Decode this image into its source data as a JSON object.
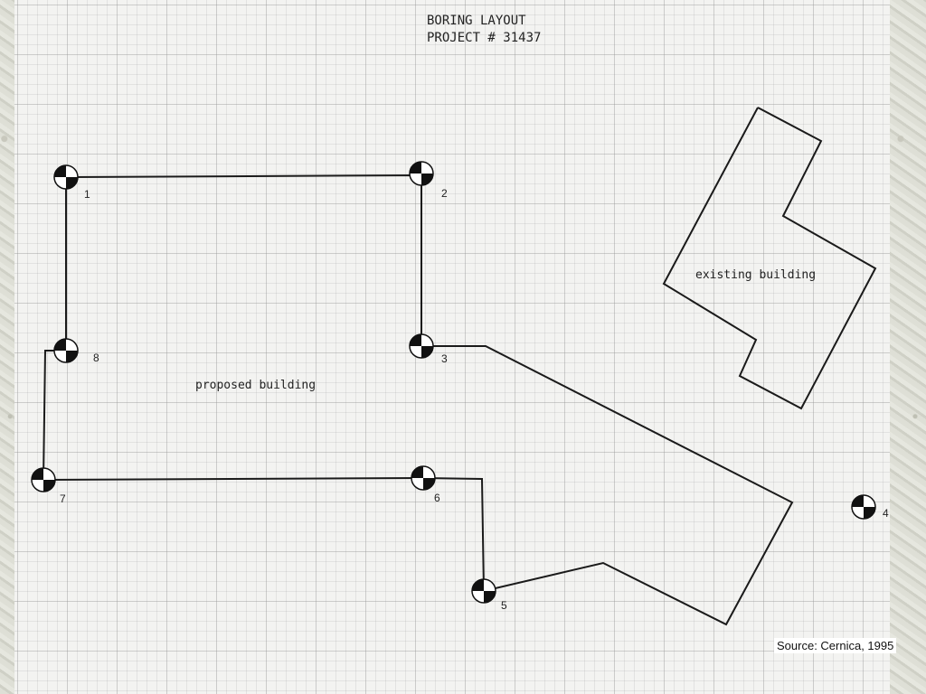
{
  "title": {
    "line1": "BORING LAYOUT",
    "line2": "PROJECT # 31437"
  },
  "labels": {
    "proposed_building": "proposed building",
    "existing_building": "existing building"
  },
  "borings": [
    {
      "number": "1"
    },
    {
      "number": "2"
    },
    {
      "number": "3"
    },
    {
      "number": "4"
    },
    {
      "number": "5"
    },
    {
      "number": "6"
    },
    {
      "number": "7"
    },
    {
      "number": "8"
    }
  ],
  "source": "Source: Cernica, 1995"
}
